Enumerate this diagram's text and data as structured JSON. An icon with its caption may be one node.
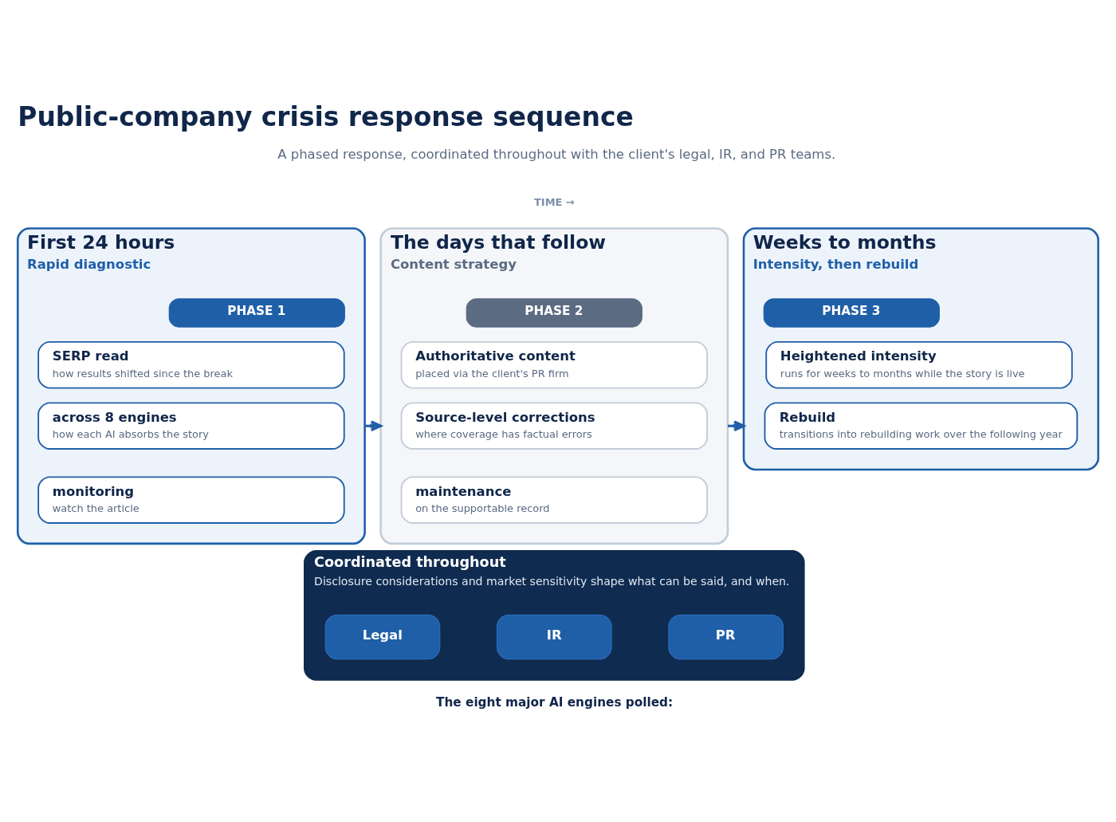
{
  "diagram": {
    "title": "Public-company crisis response sequence",
    "nodes": [
      {
        "text": [
          "First 24 hours",
          "Rapid diagnostic"
        ]
      },
      {
        "text": [
          "PHASE 1"
        ],
        "in": 0
      },
      {
        "text": [
          "SERP read",
          "how results shifted since the break"
        ],
        "in": 0
      },
      {
        "text": [
          "across 8 engines",
          "how each AI absorbs the story"
        ],
        "in": 0
      },
      {
        "text": [
          "monitoring",
          "watch the article"
        ],
        "in": 0
      },
      {
        "text": [
          "The days that follow",
          "Content strategy"
        ]
      },
      {
        "text": [
          "PHASE 2"
        ],
        "in": 5
      },
      {
        "text": [
          "Authoritative content",
          "placed via the client's PR firm"
        ],
        "in": 5
      },
      {
        "text": [
          "Source-level corrections",
          "where coverage has factual errors"
        ],
        "in": 5
      },
      {
        "text": [
          "maintenance",
          "on the supportable record"
        ],
        "in": 5
      },
      {
        "text": [
          "Weeks to months",
          "Intensity, then rebuild"
        ]
      },
      {
        "text": [
          "PHASE 3"
        ],
        "in": 10
      },
      {
        "text": [
          "Heightened intensity",
          "runs for weeks to months while the story is live"
        ],
        "in": 10
      },
      {
        "text": [
          "Rebuild",
          "transitions into rebuilding work over the following year"
        ],
        "in": 10
      },
      {
        "text": [
          "Coordinated throughout",
          "Disclosure considerations and market sensitivity shape what can be said, and when."
        ]
      },
      {
        "text": [
          "Legal"
        ],
        "in": 14
      },
      {
        "text": [
          "IR"
        ],
        "in": 14
      },
      {
        "text": [
          "PR"
        ],
        "in": 14
      }
    ],
    "edges": [
      {
        "from": 0,
        "to": 5,
        "arrow": "to"
      },
      {
        "from": 5,
        "to": 10,
        "arrow": "to"
      }
    ],
    "labels": [
      "A phased response, coordinated throughout with the client's legal, IR, and PR teams.",
      "TIME →",
      "The eight major AI engines polled:"
    ]
  }
}
